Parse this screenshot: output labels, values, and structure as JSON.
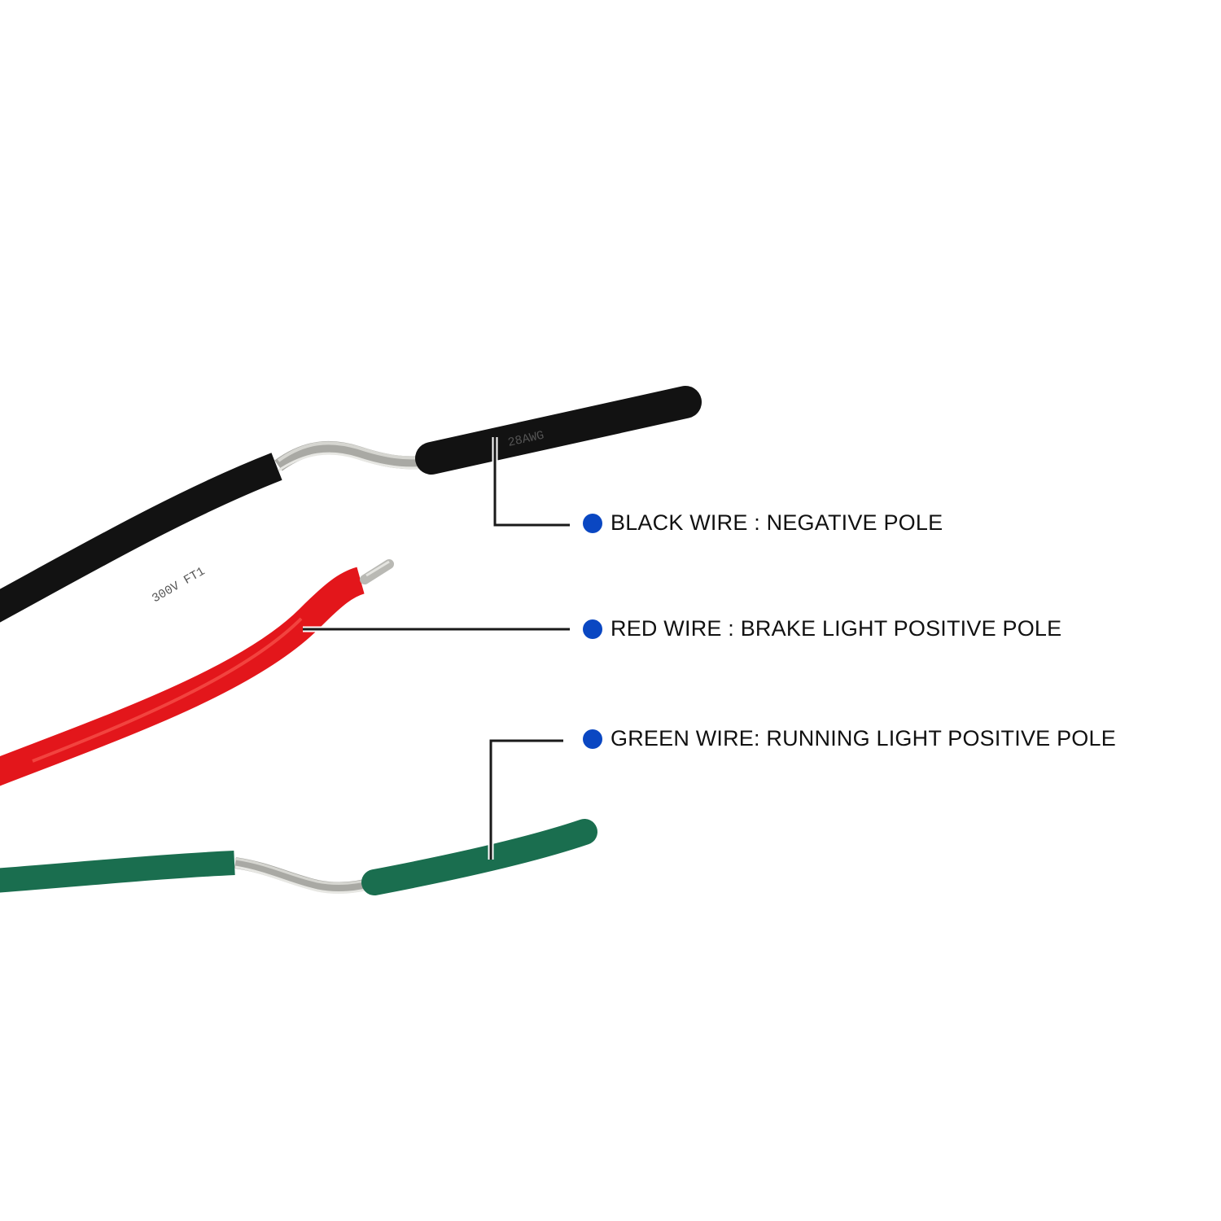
{
  "colors": {
    "background": "#ffffff",
    "bullet": "#0a47c2",
    "leader": "#1a1a1a",
    "black_wire": "#121212",
    "red_wire": "#e3161b",
    "green_wire": "#1a6e4f",
    "copper_strands": "#c7c7c2"
  },
  "labels": {
    "black": "BLACK WIRE : NEGATIVE POLE",
    "red": "RED WIRE : BRAKE LIGHT POSITIVE POLE",
    "green": "GREEN WIRE: RUNNING LIGHT POSITIVE POLE"
  },
  "bullet_icon": "filled-circle",
  "wire_print": {
    "black_a": "300V FT1",
    "black_b": "28AWG"
  }
}
